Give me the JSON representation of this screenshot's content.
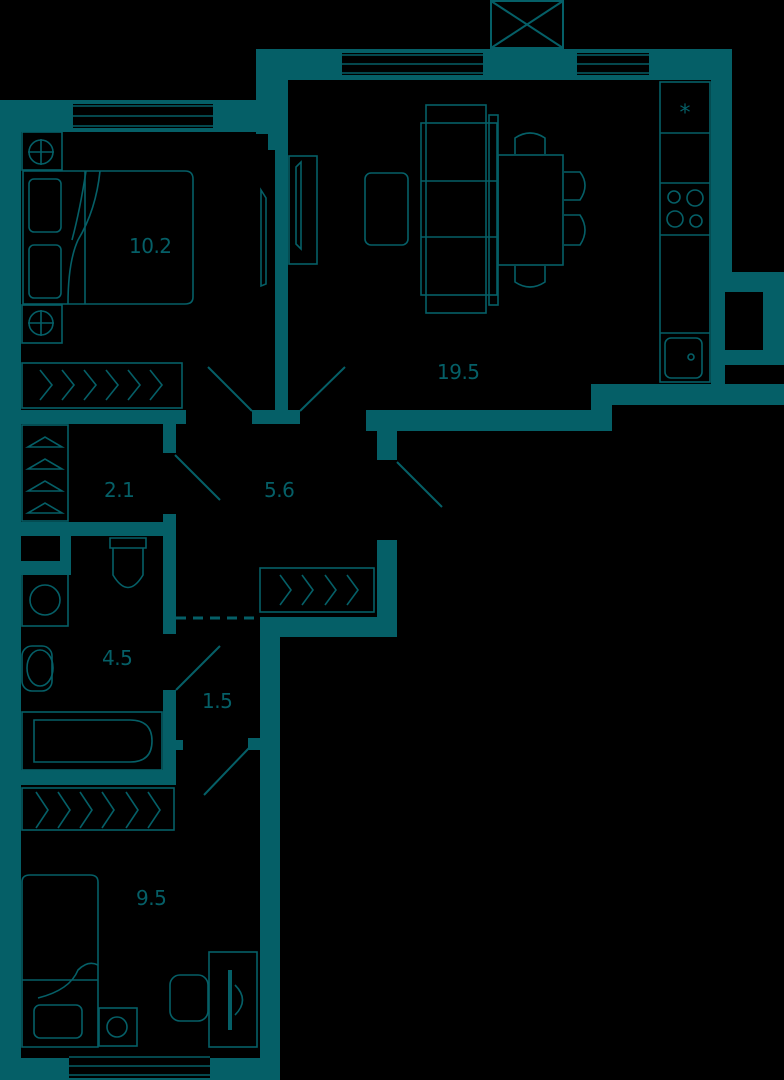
{
  "plan": {
    "wall_color": "#055f67",
    "background_color": "#000000",
    "rooms": [
      {
        "id": "bedroom",
        "area": "10.2"
      },
      {
        "id": "kitchen-living",
        "area": "19.5"
      },
      {
        "id": "wardrobe",
        "area": "2.1"
      },
      {
        "id": "hallway",
        "area": "5.6"
      },
      {
        "id": "bathroom",
        "area": "4.5"
      },
      {
        "id": "corridor",
        "area": "1.5"
      },
      {
        "id": "kids-room",
        "area": "9.5"
      }
    ]
  }
}
